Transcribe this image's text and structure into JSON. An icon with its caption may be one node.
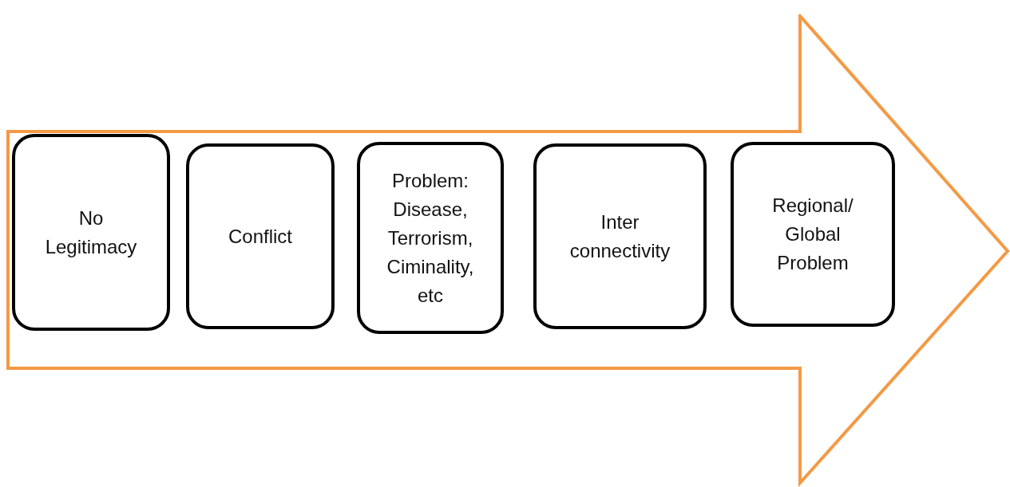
{
  "diagram": {
    "nodes": [
      {
        "text": [],
        "shape": "arrow"
      },
      {
        "text": [
          "No Legitimacy"
        ],
        "in": 0
      },
      {
        "text": [
          "Conflict"
        ],
        "in": 0
      },
      {
        "text": [
          "Problem: Disease, Terrorism, Ciminality, etc"
        ],
        "in": 0
      },
      {
        "text": [
          "Inter connectivity"
        ],
        "in": 0
      },
      {
        "text": [
          "Regional/ Global Problem"
        ],
        "in": 0
      }
    ],
    "edges": []
  }
}
